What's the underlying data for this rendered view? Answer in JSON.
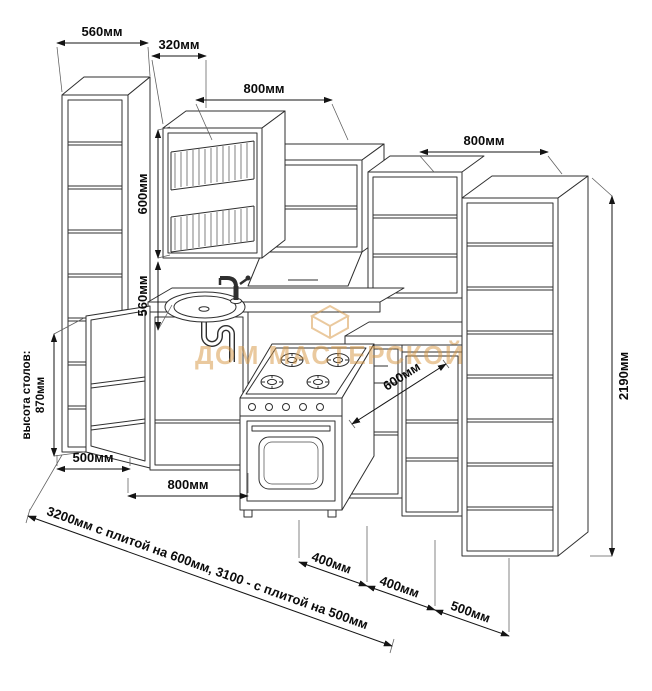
{
  "diagram": {
    "watermark": "ДОМ МАСТЕРСКОЙ",
    "watermark_color": "#d6953f",
    "dims": {
      "cabinet_width": "560мм",
      "rack_width": "320мм",
      "wall_cabinet_width": "800мм",
      "right_section_width": "800мм",
      "rack_height": "600мм",
      "rack_to_counter": "560мм",
      "worktop_height_label": "высота столов:",
      "worktop_height": "870мм",
      "end_depth": "500мм",
      "sink_cabinet_width": "800мм",
      "stove_depth": "600мм",
      "total_height": "2190мм",
      "floor_seg_1": "400мм",
      "floor_seg_2": "400мм",
      "floor_seg_3": "500мм",
      "total_length_note": "3200мм с плитой на 600мм, 3100 - с плитой на 500мм"
    }
  }
}
